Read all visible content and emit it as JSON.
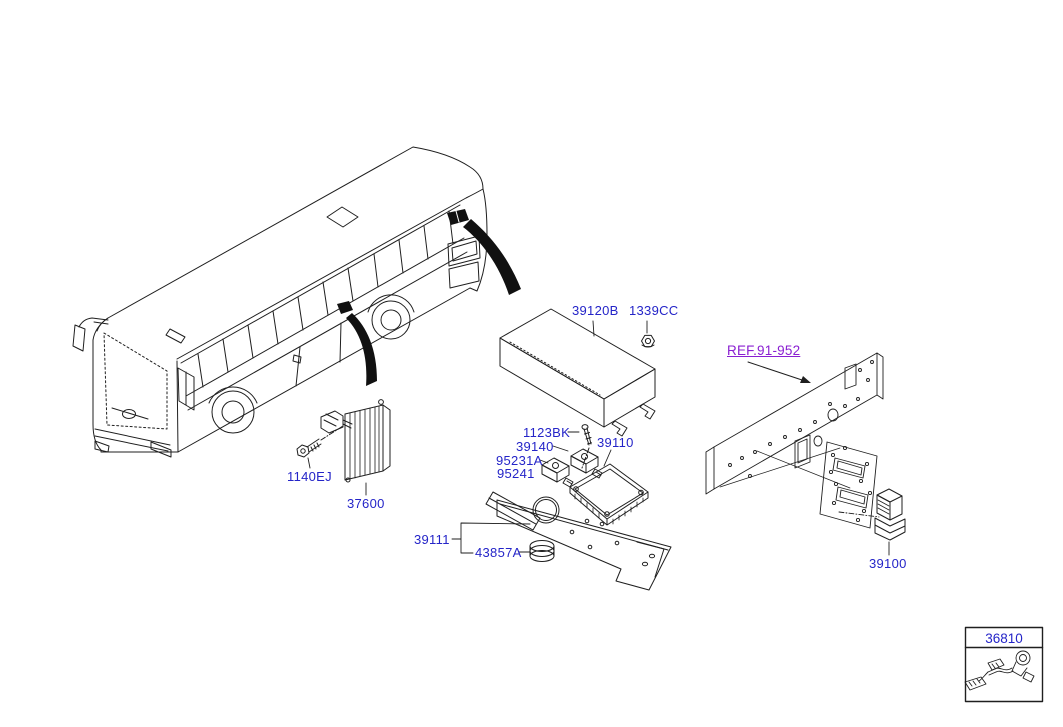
{
  "diagram": {
    "background": "#ffffff",
    "line_color": "#1f1f1f",
    "label_color": "#2424c8",
    "ref_label_color": "#8a1fd2",
    "marker_color": "#111111",
    "parts": {
      "cover": "39120B",
      "nut": "1339CC",
      "ref_panel": "REF.91-952",
      "screw": "1123BK",
      "relay_upper": "39140",
      "relay_lower_a": "95231A",
      "relay_lower_b": "95241",
      "ecu": "39110",
      "bolt": "1140EJ",
      "regulator": "37600",
      "bracket": "39111",
      "grommet": "43857A",
      "sensor": "39100",
      "harness": "36810"
    }
  }
}
